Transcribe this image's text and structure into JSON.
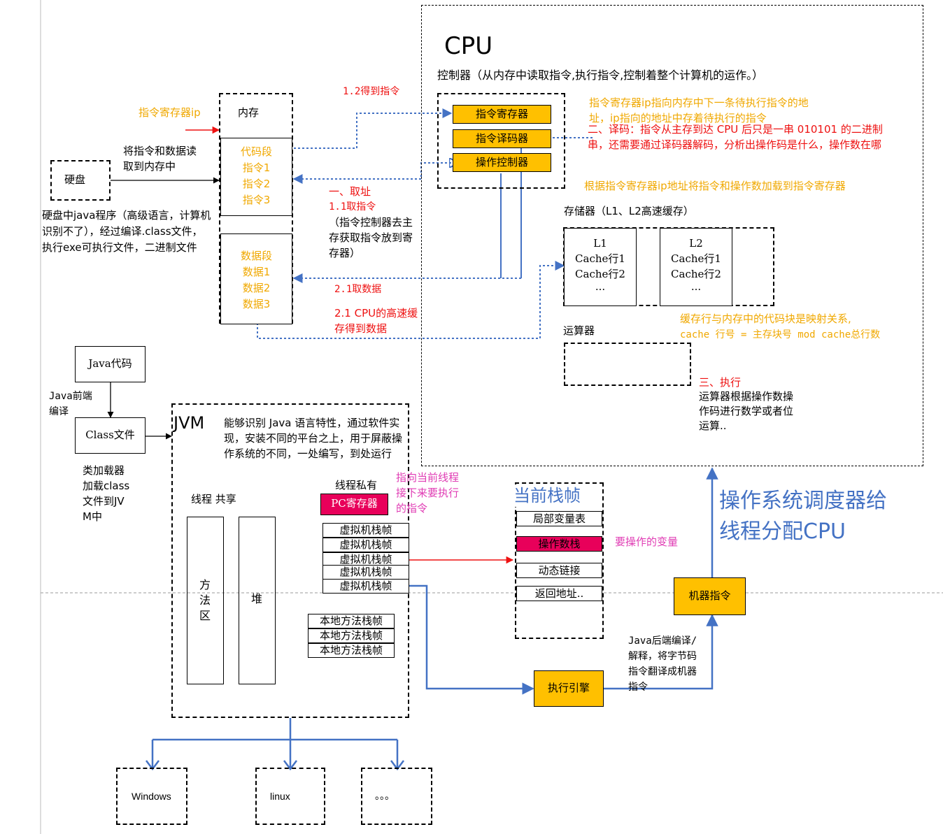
{
  "cpu": {
    "title": "CPU",
    "controller_label": "控制器（从内存中读取指令,执行指令,控制着整个计算机的运作。）",
    "ip_note": "指令寄存器ip指向内存中下一条待执行指令的地址，ip指向的地址中存着待执行的指令",
    "decode_note": "二、译码：指令从主存到达 CPU 后只是一串 010101 的二进制串，还需要通过译码器解码，分析出操作码是什么，操作数在哪",
    "load_note": "根据指令寄存器ip地址将指令和操作数加载到指令寄存器",
    "registers": [
      "指令寄存器",
      "指令译码器",
      "操作控制器"
    ],
    "storage_label": "存储器（L1、L2高速缓存）",
    "cache_l1": [
      "L1",
      "Cache行1",
      "Cache行2",
      "..."
    ],
    "cache_l2": [
      "L2",
      "Cache行1",
      "Cache行2",
      "..."
    ],
    "cache_note_1": "缓存行与内存中的代码块是映射关系,",
    "cache_note_2": "cache 行号 = 主存块号 mod cache总行数",
    "alu_label": "运算器",
    "exec_title": "三、执行",
    "exec_desc": "运算器根据操作数操作码进行数学或者位运算.."
  },
  "memory": {
    "ip_label": "指令寄存器ip",
    "title": "内存",
    "code_segment": [
      "代码段",
      "指令1",
      "指令2",
      "指令3"
    ],
    "data_segment": [
      "数据段",
      "数据1",
      "数据2",
      "数据3"
    ],
    "load_label": "将指令和数据读取到内存中",
    "disk_label": "硬盘",
    "disk_note": "硬盘中java程序（高级语言，计算机识别不了），经过编译.class文件，执行exe可执行文件，二进制文件"
  },
  "steps": {
    "get_instruction": "1.2得到指令",
    "fetch_title": "一、取址",
    "fetch_sub": "1.1取指令",
    "fetch_desc": "（指令控制器去主存获取指令放到寄存器）",
    "fetch_data": "2.1取数据",
    "cache_hit": "2.1 CPU的高速缓存得到数据"
  },
  "java": {
    "code_label": "Java代码",
    "frontend_label": "Java前端编译",
    "class_label": "Class文件",
    "loader_note": "类加载器加载class文件到JVM中"
  },
  "jvm": {
    "title": "JVM",
    "desc": "能够识别 Java 语言特性，通过软件实现，安装不同的平台之上，用于屏蔽操作系统的不同，一处编写，到处运行",
    "shared_label": "线程 共享",
    "method_area": "方法区",
    "heap": "堆",
    "private_label": "线程私有",
    "pc_register": "PC寄存器",
    "pc_note": "指向当前线程接下来要执行的指令",
    "vm_stack_frames": [
      "虚拟机栈帧",
      "虚拟机栈帧",
      "虚拟机栈帧",
      "虚拟机栈帧",
      "虚拟机栈帧"
    ],
    "native_frames": [
      "本地方法栈帧",
      "本地方法栈帧",
      "本地方法栈帧"
    ]
  },
  "frame": {
    "title": "当前栈帧",
    "items": [
      "局部变量表",
      "操作数栈",
      "动态链接",
      "返回地址.."
    ],
    "operand_note": "要操作的变量"
  },
  "engine": {
    "exec_engine": "执行引擎",
    "backend_note": "Java后端编译/解释，将字节码指令翻译成机器指令",
    "machine_code": "机器指令",
    "scheduler": "操作系统调度器给线程分配CPU"
  },
  "platforms": [
    "Windows",
    "linux",
    "。。。"
  ],
  "colors": {
    "orange_text": "#f0a800",
    "red_text": "#ee1111",
    "pink_text": "#e03cb4",
    "blue_arrow": "#4472c4",
    "register_fill": "#ffc000",
    "highlight_fill": "#e8005a"
  }
}
